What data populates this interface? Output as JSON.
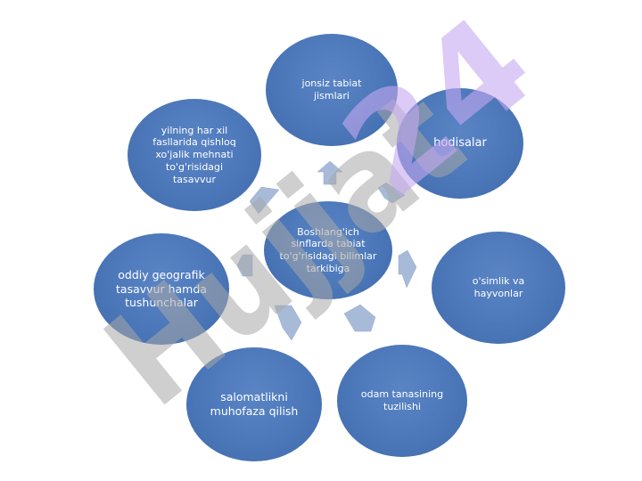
{
  "nodes": {
    "center": "Boshlang'ich sinflarda tabiat to'g'risidagi bilimlar tarkibiga",
    "top": "jonsiz tabiat jismlari",
    "top_right": "hodisalar",
    "right": "o'simlik va hayvonlar",
    "bottom_right": "odam tanasining tuzilishi",
    "bottom": "salomatlikni muhofaza qilish",
    "left": "oddiy geografik tasavvur hamda tushunchalar",
    "top_left": "yilning har xil fasllarida qishloq xo'jalik mehnati to'g'risidagi tasavvur"
  },
  "watermark": {
    "gray_text": "Hujjat",
    "purple_text": "24"
  },
  "colors": {
    "node_fill": "#4a76b8",
    "arrow_fill": "#a7bad8",
    "watermark_gray": "#a8a8a8",
    "watermark_purple": "#c4a8f0"
  }
}
